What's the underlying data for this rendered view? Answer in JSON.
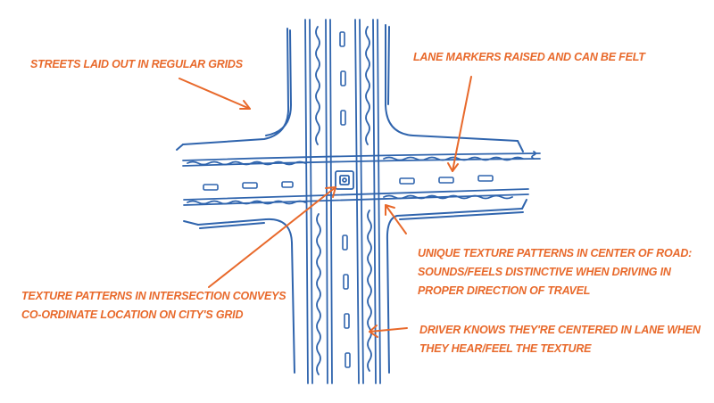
{
  "colors": {
    "ink": "#2f64ad",
    "accent": "#e8692b",
    "background": "#ffffff"
  },
  "labels": {
    "grid": [
      "STREETS LAID OUT IN REGULAR GRIDS"
    ],
    "lane_markers": [
      "LANE MARKERS RAISED AND CAN BE FELT"
    ],
    "center_texture": [
      "UNIQUE TEXTURE PATTERNS IN CENTER OF ROAD:",
      "SOUNDS/FEELS DISTINCTIVE WHEN DRIVING IN",
      "PROPER DIRECTION OF TRAVEL"
    ],
    "intersection_texture": [
      "TEXTURE PATTERNS IN INTERSECTION CONVEYS",
      "CO-ORDINATE LOCATION ON CITY'S GRID"
    ],
    "centered_lane": [
      "DRIVER KNOWS THEY'RE CENTERED IN LANE WHEN",
      "THEY HEAR/FEEL THE TEXTURE"
    ]
  }
}
